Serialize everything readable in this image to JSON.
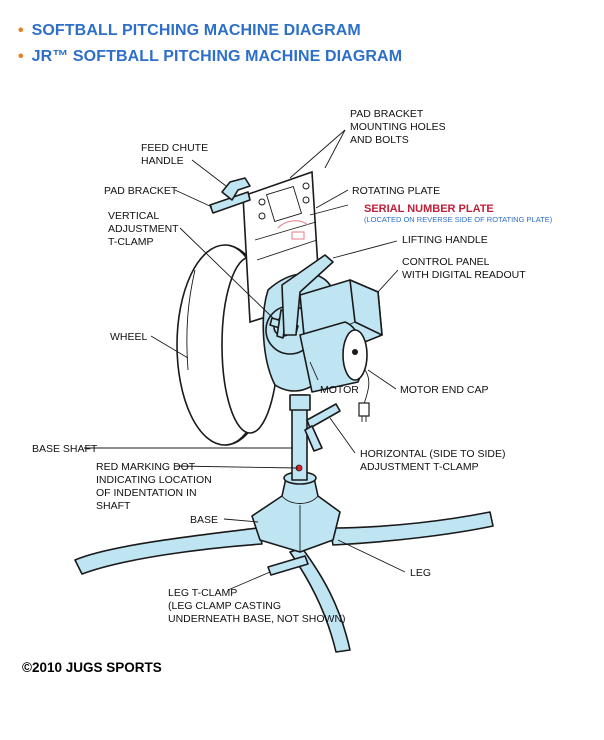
{
  "header": {
    "links": [
      "SOFTBALL PITCHING MACHINE DIAGRAM",
      "JR™ SOFTBALL PITCHING MACHINE DIAGRAM"
    ],
    "bullet_color": "#e67e22",
    "link_color": "#2d6fc9"
  },
  "diagram": {
    "labels": {
      "pad_bracket_holes_1": "PAD BRACKET",
      "pad_bracket_holes_2": "MOUNTING HOLES",
      "pad_bracket_holes_3": "AND BOLTS",
      "feed_chute_1": "FEED CHUTE",
      "feed_chute_2": "HANDLE",
      "pad_bracket": "PAD BRACKET",
      "rotating_plate": "ROTATING PLATE",
      "serial_plate": "SERIAL NUMBER PLATE",
      "serial_note": "(LOCATED ON REVERSE SIDE OF ROTATING PLATE)",
      "vertical_1": "VERTICAL",
      "vertical_2": "ADJUSTMENT",
      "vertical_3": "T-CLAMP",
      "lifting_handle": "LIFTING HANDLE",
      "control_1": "CONTROL  PANEL",
      "control_2": "WITH DIGITAL READOUT",
      "wheel": "WHEEL",
      "motor": "MOTOR",
      "motor_end_cap": "MOTOR END CAP",
      "base_shaft": "BASE SHAFT",
      "horizontal_1": "HORIZONTAL (SIDE TO SIDE)",
      "horizontal_2": "ADJUSTMENT T-CLAMP",
      "red_dot_1": "RED MARKING DOT",
      "red_dot_2": "INDICATING LOCATION",
      "red_dot_3": "OF INDENTATION IN",
      "red_dot_4": "SHAFT",
      "base": "BASE",
      "leg": "LEG",
      "leg_clamp_1": "LEG T-CLAMP",
      "leg_clamp_2": "(LEG CLAMP CASTING",
      "leg_clamp_3": "UNDERNEATH BASE, NOT SHOWN)"
    },
    "part_color": "#bfe4f2",
    "serial_color": "#c0203a",
    "marking_dot_color": "#e0202a"
  },
  "footer": {
    "copyright": "©2010 JUGS SPORTS"
  }
}
